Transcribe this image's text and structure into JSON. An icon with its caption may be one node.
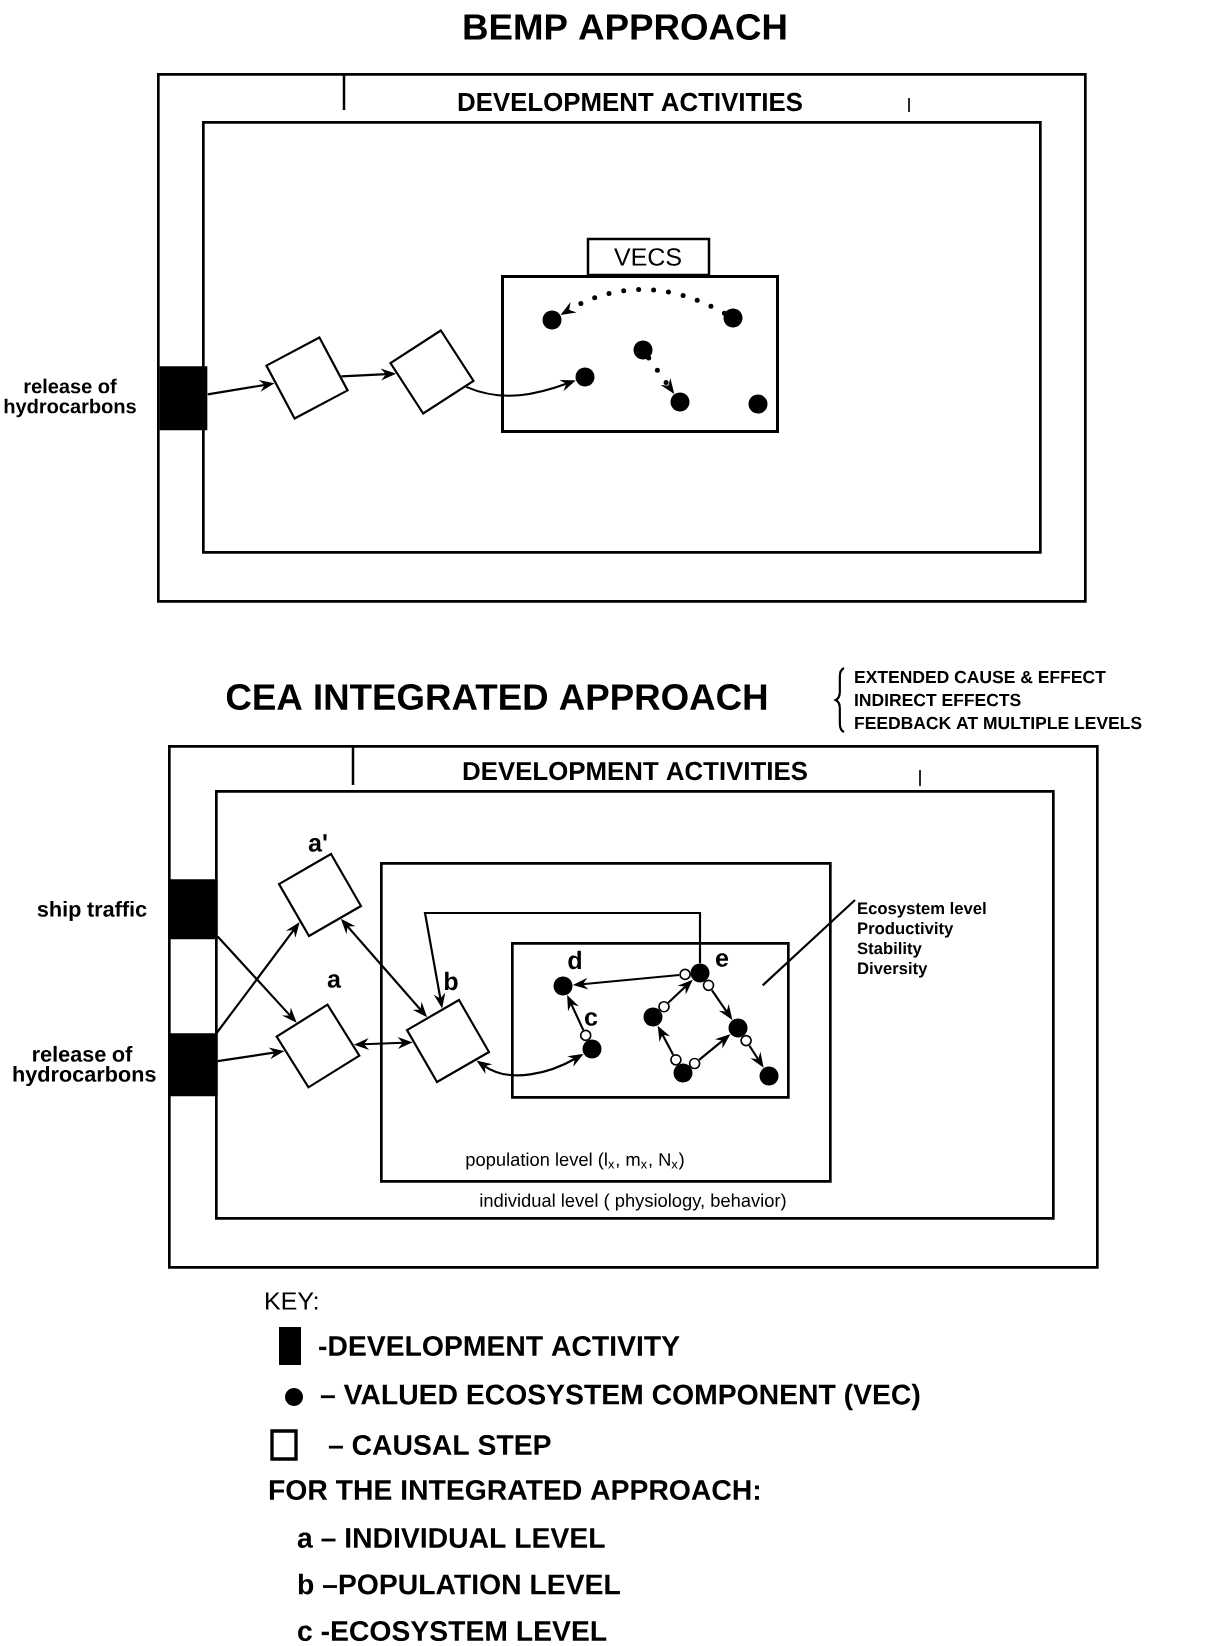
{
  "diagram": {
    "title": "BEMP APPROACH",
    "nodes": [
      {
        "text": [
          "DEVELOPMENT ACTIVITIES"
        ]
      },
      {
        "text": [],
        "shape": "box",
        "in": 0
      },
      {
        "text": [],
        "shape": "bar",
        "in": 0,
        "beside": [
          "release of hydrocarbons"
        ]
      },
      {
        "text": [],
        "shape": "box",
        "in": 1
      },
      {
        "text": [],
        "shape": "box",
        "in": 1
      },
      {
        "text": [
          "VECS"
        ],
        "in": 1
      },
      {
        "text": [],
        "shape": "circle",
        "in": 5
      },
      {
        "text": [],
        "shape": "circle",
        "in": 5
      },
      {
        "text": [],
        "shape": "circle",
        "in": 5
      },
      {
        "text": [],
        "shape": "circle",
        "in": 5
      },
      {
        "text": [],
        "shape": "circle",
        "in": 5
      },
      {
        "text": [],
        "shape": "circle",
        "in": 5
      },
      {
        "text": [
          "DEVELOPMENT ACTIVITIES"
        ]
      },
      {
        "text": [
          "individual level ( physiology, behavior)"
        ],
        "in": 12
      },
      {
        "text": [],
        "shape": "bar",
        "in": 12,
        "beside": [
          "ship traffic"
        ]
      },
      {
        "text": [],
        "shape": "bar",
        "in": 12,
        "beside": [
          "release of hydrocarbons"
        ]
      },
      {
        "text": [],
        "shape": "box",
        "in": 13,
        "beside": [
          "a'"
        ]
      },
      {
        "text": [],
        "shape": "box",
        "in": 13,
        "beside": [
          "a"
        ]
      },
      {
        "text": [
          "population level (l$_{x}$, m$_{x}$, N$_{x}$)"
        ],
        "in": 13
      },
      {
        "text": [],
        "shape": "box",
        "in": 18,
        "beside": [
          "b"
        ]
      },
      {
        "text": [],
        "shape": "box",
        "in": 18
      },
      {
        "text": [],
        "shape": "circle",
        "in": 20,
        "beside": [
          "d"
        ]
      },
      {
        "text": [],
        "shape": "circle",
        "in": 20,
        "beside": [
          "c"
        ]
      },
      {
        "text": [],
        "shape": "circle",
        "in": 20
      },
      {
        "text": [],
        "shape": "circle",
        "in": 20
      },
      {
        "text": [],
        "shape": "circle",
        "in": 20,
        "beside": [
          "e"
        ]
      },
      {
        "text": [],
        "shape": "circle",
        "in": 20
      },
      {
        "text": [],
        "shape": "circle",
        "in": 20
      },
      {
        "text": [
          "Ecosystem level",
          "Productivity",
          "Stability",
          "Diversity"
        ],
        "in": 13
      }
    ],
    "edges": [
      {
        "from": 2,
        "to": 3,
        "arrow": "to"
      },
      {
        "from": 3,
        "to": 4,
        "arrow": "to"
      },
      {
        "from": 4,
        "to": 7,
        "arrow": "to"
      },
      {
        "from": 10,
        "to": 6,
        "arrow": "to",
        "style": "dashed"
      },
      {
        "from": 8,
        "to": 9,
        "arrow": "to",
        "style": "dashed"
      },
      {
        "from": 14,
        "to": 17,
        "arrow": "to"
      },
      {
        "from": 15,
        "to": 16,
        "arrow": "to"
      },
      {
        "from": 15,
        "to": 17,
        "arrow": "to"
      },
      {
        "from": 16,
        "to": 19,
        "arrow": "both"
      },
      {
        "from": 17,
        "to": 19,
        "arrow": "both"
      },
      {
        "from": 19,
        "to": 22,
        "arrow": "both"
      },
      {
        "from": 25,
        "to": 19,
        "arrow": "to"
      },
      {
        "from": 22,
        "to": 21,
        "arrow": "to"
      },
      {
        "from": 25,
        "to": 21,
        "arrow": "to"
      },
      {
        "from": 23,
        "to": 25,
        "arrow": "to"
      },
      {
        "from": 25,
        "to": 26,
        "arrow": "to"
      },
      {
        "from": 24,
        "to": 23,
        "arrow": "to"
      },
      {
        "from": 24,
        "to": 26,
        "arrow": "to"
      },
      {
        "from": 26,
        "to": 27,
        "arrow": "to"
      },
      {
        "from": 28,
        "to": 20,
        "arrow": "none"
      }
    ],
    "labels": [
      "CEA INTEGRATED APPROACH",
      "EXTENDED CAUSE & EFFECT",
      "INDIRECT EFFECTS",
      "FEEDBACK AT MULTIPLE LEVELS",
      "KEY:",
      "FOR THE INTEGRATED APPROACH:",
      "a – INDIVIDUAL LEVEL",
      "b –POPULATION LEVEL",
      "c -ECOSYSTEM LEVEL"
    ],
    "legend": [
      {
        "text": "-DEVELOPMENT ACTIVITY",
        "color": "#000000"
      },
      {
        "text": "– VALUED ECOSYSTEM COMPONENT (VEC)"
      },
      {
        "text": "– CAUSAL STEP"
      }
    ]
  }
}
